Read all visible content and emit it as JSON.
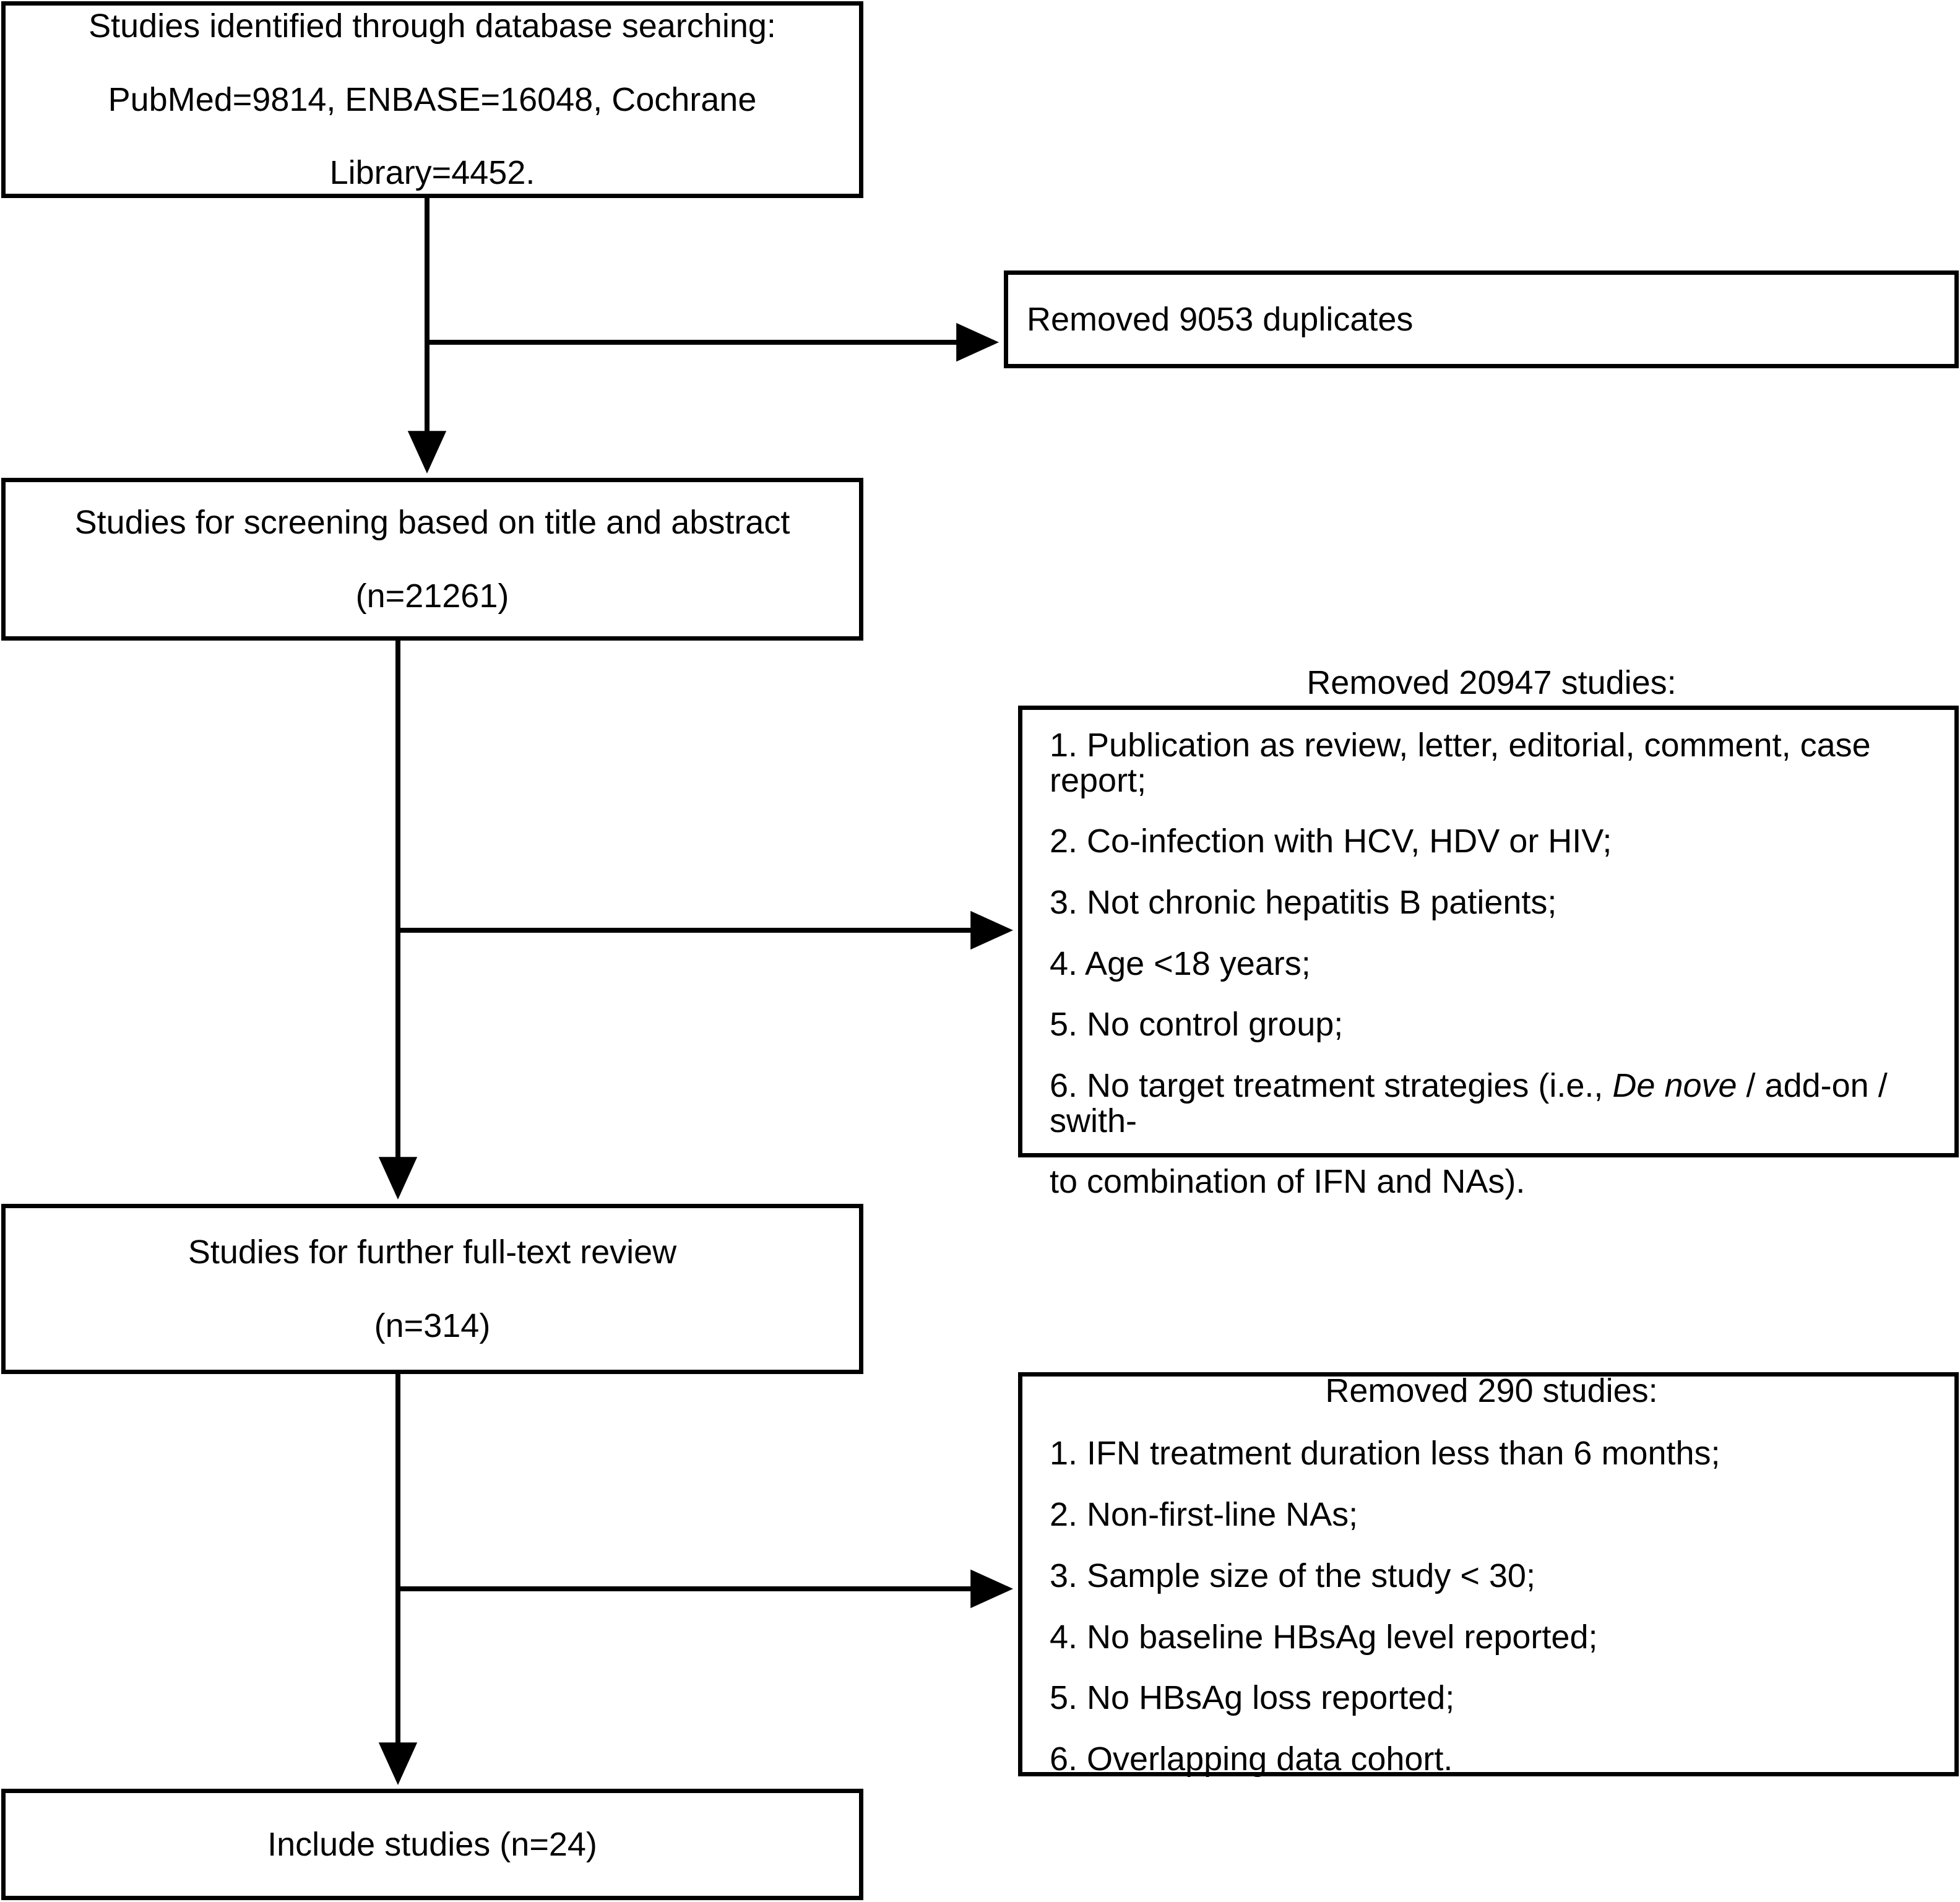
{
  "diagram": {
    "type": "prisma-flow-diagram",
    "title": "Study selection flow diagram"
  },
  "boxes": {
    "identified": {
      "lines": [
        "Studies identified through database searching:",
        "PubMed=9814, ENBASE=16048, Cochrane",
        "Library=4452."
      ]
    },
    "duplicates": {
      "text": "Removed 9053 duplicates"
    },
    "screening": {
      "lines": [
        "Studies for screening based on title and abstract",
        "(n=21261)"
      ]
    },
    "removed_screening": {
      "title": "Removed 20947 studies:",
      "items": [
        "1. Publication as review, letter, editorial, comment, case report;",
        "2. Co-infection with HCV, HDV or HIV;",
        "3. Not chronic hepatitis B patients;",
        "4. Age <18 years;",
        "5. No control group;"
      ],
      "item6_pre": "6. No target treatment strategies (i.e., ",
      "item6_italic": "De nove",
      "item6_post": " / add-on / swith-",
      "item6_cont": "to combination of IFN and NAs)."
    },
    "fulltext": {
      "lines": [
        "Studies for further full-text review",
        "(n=314)"
      ]
    },
    "removed_fulltext": {
      "title": "Removed 290 studies:",
      "items": [
        "1. IFN treatment duration less than 6 months;",
        "2. Non-first-line NAs;",
        "3. Sample size of the study < 30;",
        "4. No baseline HBsAg level reported;",
        "5. No HBsAg loss reported;",
        "6. Overlapping data cohort."
      ]
    },
    "included": {
      "text": "Include studies (n=24)"
    }
  },
  "counts": {
    "pubmed": 9814,
    "embase": 16048,
    "cochrane": 4452,
    "duplicates_removed": 9053,
    "screened": 21261,
    "removed_at_screening": 20947,
    "fulltext_reviewed": 314,
    "removed_at_fulltext": 290,
    "included": 24
  },
  "style": {
    "stroke": "#000000",
    "background": "#ffffff"
  }
}
